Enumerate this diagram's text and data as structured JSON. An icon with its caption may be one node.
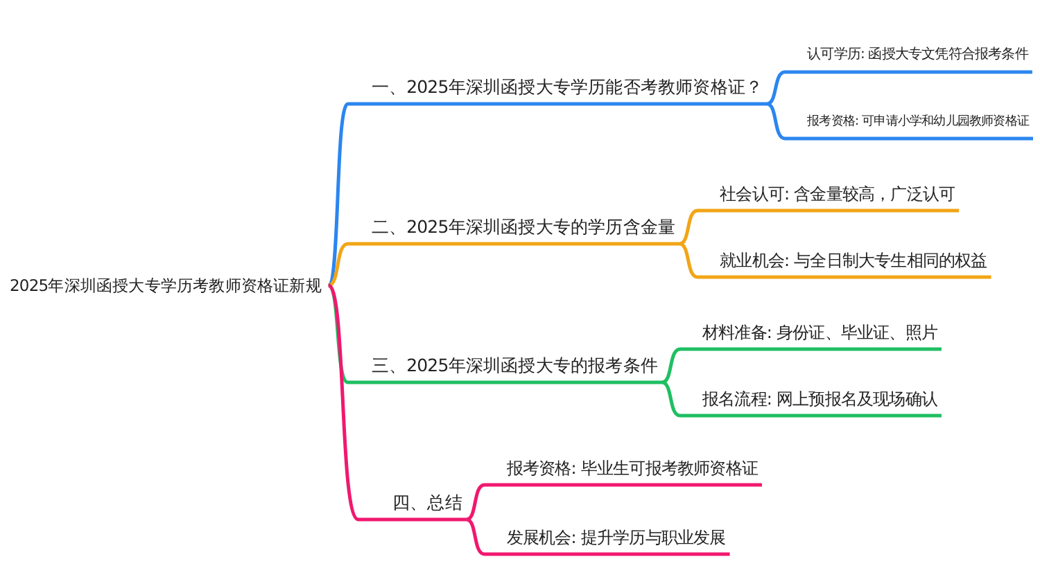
{
  "diagram": {
    "nodes": [
      {
        "text": [
          "2025年深圳函授大专学历考教师资格证新规"
        ]
      },
      {
        "text": [
          "一、2025年深圳函授大专学历能否考教师资格证？"
        ]
      },
      {
        "text": [
          "认可学历: 函授大专文凭符合报考条件"
        ]
      },
      {
        "text": [
          "报考资格: 可申请小学和幼儿园教师资格证"
        ]
      },
      {
        "text": [
          "二、2025年深圳函授大专的学历含金量"
        ]
      },
      {
        "text": [
          "社会认可: 含金量较高，广泛认可"
        ]
      },
      {
        "text": [
          "就业机会: 与全日制大专生相同的权益"
        ]
      },
      {
        "text": [
          "三、2025年深圳函授大专的报考条件"
        ]
      },
      {
        "text": [
          "材料准备: 身份证、毕业证、照片"
        ]
      },
      {
        "text": [
          "报名流程: 网上预报名及现场确认"
        ]
      },
      {
        "text": [
          "四、总结"
        ]
      },
      {
        "text": [
          "报考资格: 毕业生可报考教师资格证"
        ]
      },
      {
        "text": [
          "发展机会: 提升学历与职业发展"
        ]
      }
    ],
    "edges": [
      {
        "from": 0,
        "to": 1,
        "arrow": "none",
        "color": "#2b86ef"
      },
      {
        "from": 1,
        "to": 2,
        "arrow": "none",
        "color": "#2b86ef"
      },
      {
        "from": 1,
        "to": 3,
        "arrow": "none",
        "color": "#2b86ef"
      },
      {
        "from": 0,
        "to": 4,
        "arrow": "none",
        "color": "#f2a516"
      },
      {
        "from": 4,
        "to": 5,
        "arrow": "none",
        "color": "#f2a516"
      },
      {
        "from": 4,
        "to": 6,
        "arrow": "none",
        "color": "#f2a516"
      },
      {
        "from": 0,
        "to": 7,
        "arrow": "none",
        "color": "#1fbf62"
      },
      {
        "from": 7,
        "to": 8,
        "arrow": "none",
        "color": "#1fbf62"
      },
      {
        "from": 7,
        "to": 9,
        "arrow": "none",
        "color": "#1fbf62"
      },
      {
        "from": 0,
        "to": 10,
        "arrow": "none",
        "color": "#f0186f"
      },
      {
        "from": 10,
        "to": 11,
        "arrow": "none",
        "color": "#f0186f"
      },
      {
        "from": 10,
        "to": 12,
        "arrow": "none",
        "color": "#f0186f"
      }
    ]
  }
}
